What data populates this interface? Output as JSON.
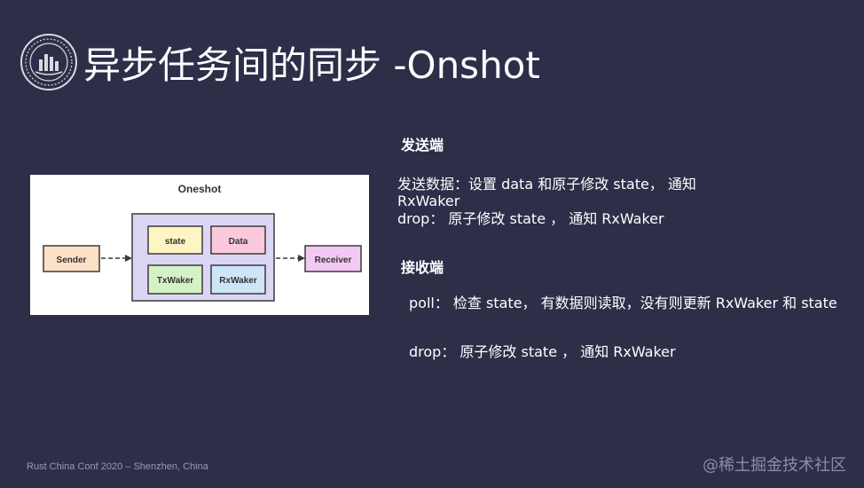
{
  "slide": {
    "title": "异步任务间的同步 -Onshot",
    "footer": "Rust China Conf 2020 – Shenzhen, China",
    "watermark": "@稀土掘金技术社区"
  },
  "diagram": {
    "title": "Oneshot",
    "sender": "Sender",
    "receiver": "Receiver",
    "cells": {
      "state": "state",
      "data": "Data",
      "tx_waker": "TxWaker",
      "rx_waker": "RxWaker"
    }
  },
  "sender_section": {
    "heading": "发送端",
    "send_line_1": "发送数据：设置 data 和原子修改 state， 通知",
    "send_line_2": "RxWaker",
    "drop_line": "drop： 原子修改 state ， 通知 RxWaker"
  },
  "receiver_section": {
    "heading": "接收端",
    "poll_line": "poll： 检查 state， 有数据则读取，没有则更新 RxWaker 和 state",
    "drop_line": "drop： 原子修改 state ， 通知 RxWaker"
  },
  "colors": {
    "background": "#2d2e48",
    "container_fill": "#dcd6f5",
    "state_fill": "#fdf6c4",
    "data_fill": "#fbc9dc",
    "txwaker_fill": "#d4f2c6",
    "rxwaker_fill": "#cde5f6",
    "sender_fill": "#fde1c7",
    "receiver_fill": "#f4c8f4"
  }
}
